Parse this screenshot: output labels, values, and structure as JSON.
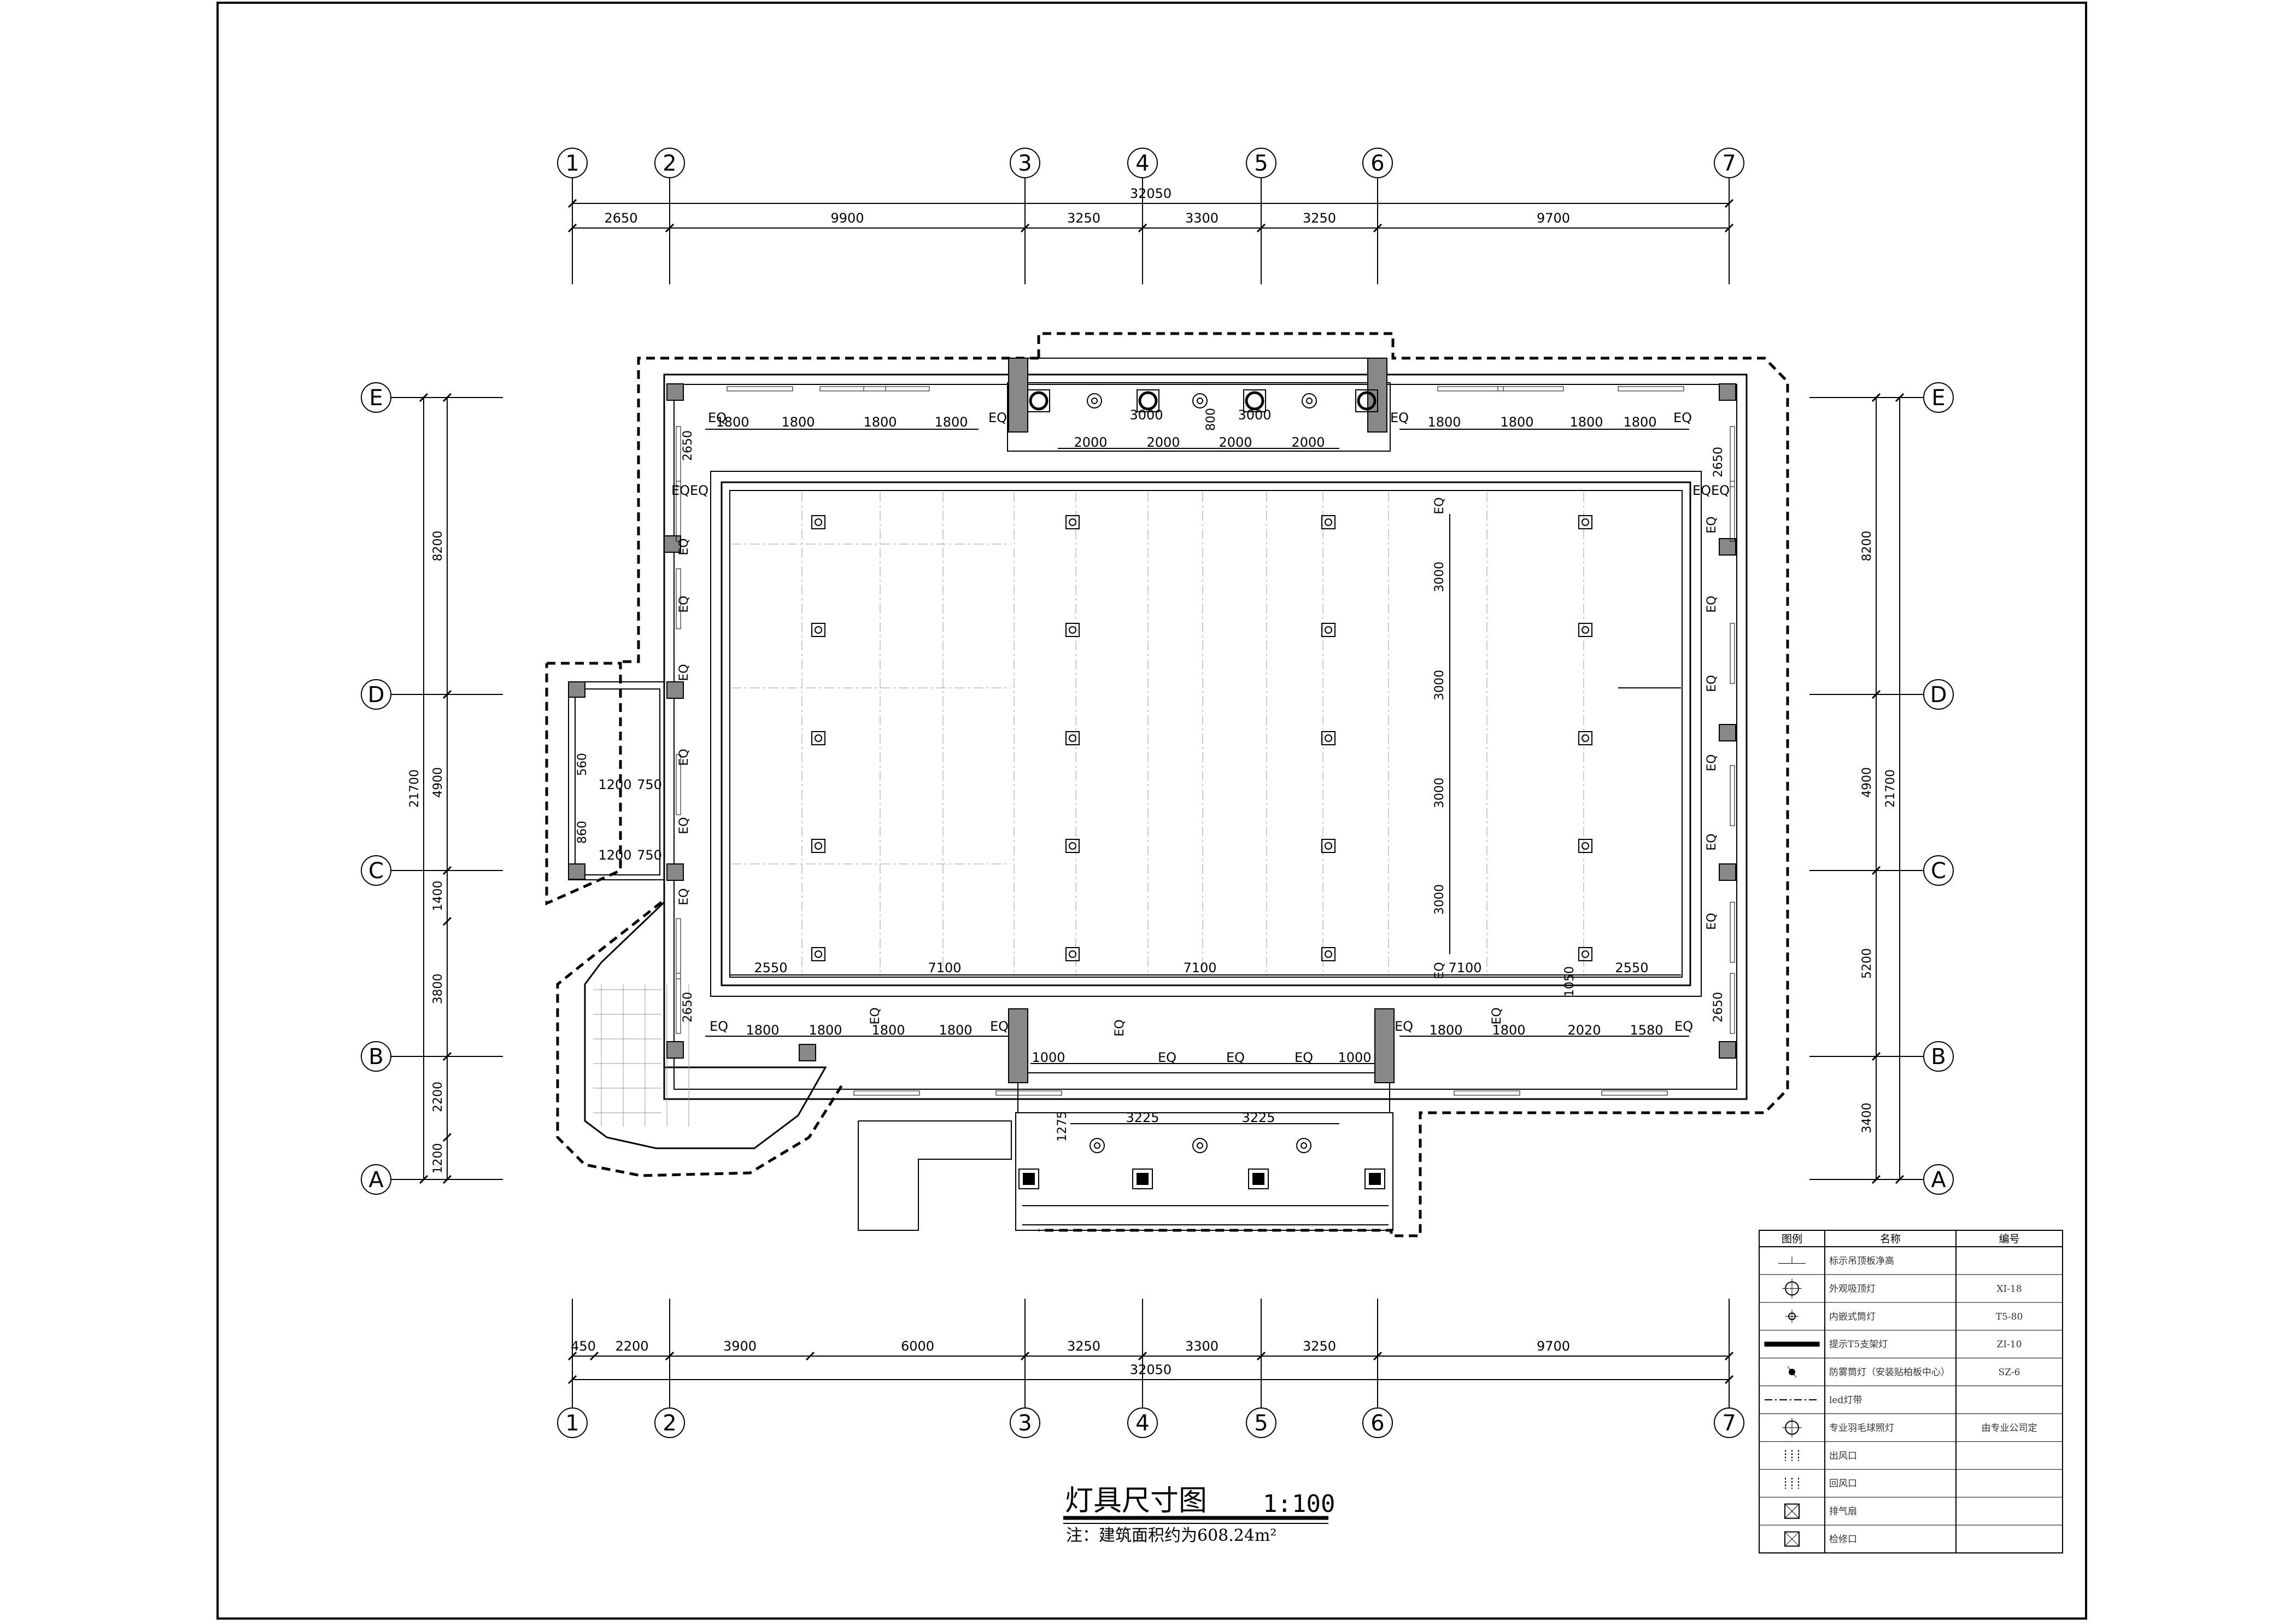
{
  "title": "灯具尺寸图",
  "scale": "1:100",
  "note": "注：建筑面积约为608.24m²",
  "axes": {
    "numbers": [
      "1",
      "2",
      "3",
      "4",
      "5",
      "6",
      "7"
    ],
    "letters": [
      "E",
      "D",
      "C",
      "B",
      "A"
    ]
  },
  "dimensions": {
    "top_total": "32050",
    "top": [
      "2650",
      "9900",
      "3250",
      "3300",
      "3250",
      "9700"
    ],
    "bottom_total": "32050",
    "bottom": [
      "450",
      "2200",
      "3900",
      "6000",
      "3250",
      "3300",
      "3250",
      "9700"
    ],
    "left_total": "21700",
    "left": [
      "8200",
      "4900",
      "1400",
      "3800",
      "2200",
      "1200"
    ],
    "right_total": "21700",
    "right": [
      "8200",
      "4900",
      "5200",
      "3400"
    ]
  },
  "interior_dims": {
    "eq": "EQ",
    "north_spacing": [
      "1800",
      "1800",
      "1800",
      "1800",
      "1800",
      "1800",
      "1800",
      "1800"
    ],
    "entry_top": [
      "3000",
      "800",
      "3000"
    ],
    "entry_bottom": [
      "2000",
      "2000",
      "2000",
      "2000"
    ],
    "side_2650": "2650",
    "ceiling_row": [
      "2550",
      "7100",
      "7100",
      "7100",
      "2550"
    ],
    "ceiling_col": [
      "3000",
      "3000",
      "3000",
      "3000"
    ],
    "dim_1050": "1050",
    "south_left": [
      "1800",
      "1800",
      "1800",
      "1800"
    ],
    "south_right": [
      "1800",
      "1800",
      "2020",
      "1580"
    ],
    "south_mid": [
      "1000",
      "1000"
    ],
    "porch": [
      "3225",
      "3225"
    ],
    "dim_1275": "1275",
    "vestibule_h": [
      "560",
      "860"
    ],
    "vestibule_w": [
      "1200",
      "750",
      "1200",
      "750"
    ]
  },
  "legend": {
    "headers": [
      "图例",
      "名称",
      "编号"
    ],
    "rows": [
      {
        "icon": "ceiling-height-symbol",
        "name": "标示吊顶板净高",
        "code": ""
      },
      {
        "icon": "surface-ceiling-light",
        "name": "外观吸顶灯",
        "code": "XI-18"
      },
      {
        "icon": "recessed-downlight",
        "name": "内嵌式筒灯",
        "code": "T5-80"
      },
      {
        "icon": "t5-bracket-light",
        "name": "提示T5支架灯",
        "code": "ZI-10"
      },
      {
        "icon": "moisture-proof-light",
        "name": "防雾筒灯（安装贴柏板中心）",
        "code": "SZ-6"
      },
      {
        "icon": "led-strip",
        "name": "led灯带",
        "code": ""
      },
      {
        "icon": "decorative-light",
        "name": "专业羽毛球照灯",
        "code": "由专业公司定"
      },
      {
        "icon": "supply-vent",
        "name": "出风口",
        "code": ""
      },
      {
        "icon": "return-vent",
        "name": "回风口",
        "code": ""
      },
      {
        "icon": "exhaust-fan",
        "name": "排气扇",
        "code": ""
      },
      {
        "icon": "access-hatch",
        "name": "检修口",
        "code": ""
      }
    ]
  },
  "colors": {
    "line": "#000000",
    "column": "#888888",
    "column_light": "#bbbbbb",
    "grid": "#999999"
  }
}
